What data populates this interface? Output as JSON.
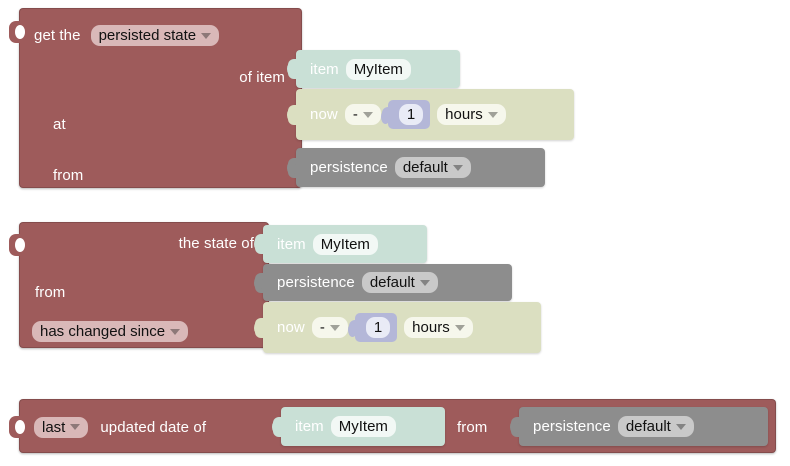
{
  "app": {
    "name": "blockly-workspace",
    "editor": "visual block editor"
  },
  "colors": {
    "persistence_action": "#9e5b5b",
    "persistence_action_field": "#d9b8b8",
    "item_block": "#c9e0d6",
    "item_field": "#f2f8f5",
    "datetime_block": "#dbdfc1",
    "datetime_field": "#f6f7ec",
    "persistence_name_block": "#8d8d8d",
    "persistence_name_field": "#c9c9c9",
    "number_block": "#b4b7d8",
    "number_field": "#e9ebf6",
    "canvas": "#ffffff"
  },
  "blocks": [
    {
      "id": "get-persisted-state",
      "type": "persistence-get",
      "rows": [
        {
          "id": "row-get-the",
          "label": "get the",
          "dropdown": {
            "value": "persisted state",
            "icon": "chevron-down-icon"
          }
        },
        {
          "id": "row-of-item",
          "label": "of item",
          "child": {
            "id": "item-block-1",
            "type": "item",
            "label": "item",
            "value": "MyItem"
          }
        },
        {
          "id": "row-at",
          "label": "at",
          "child": {
            "id": "datetime-block-1",
            "type": "datetime-offset",
            "label": "now",
            "operator": {
              "value": "-",
              "icon": "chevron-down-icon"
            },
            "amount": "1",
            "unit": {
              "value": "hours",
              "icon": "chevron-down-icon"
            }
          }
        },
        {
          "id": "row-from",
          "label": "from",
          "child": {
            "id": "persistence-block-1",
            "type": "persistence-name",
            "label": "persistence",
            "value": "default",
            "icon": "chevron-down-icon"
          }
        }
      ]
    },
    {
      "id": "state-changed-since",
      "type": "persistence-changed",
      "rows": [
        {
          "id": "row-the-state-of",
          "label": "the state of",
          "child": {
            "id": "item-block-2",
            "type": "item",
            "label": "item",
            "value": "MyItem"
          }
        },
        {
          "id": "row-from-2",
          "label": "from",
          "child": {
            "id": "persistence-block-2",
            "type": "persistence-name",
            "label": "persistence",
            "value": "default",
            "icon": "chevron-down-icon"
          }
        },
        {
          "id": "row-has-changed-since",
          "dropdown": {
            "value": "has changed since",
            "icon": "chevron-down-icon"
          },
          "child": {
            "id": "datetime-block-2",
            "type": "datetime-offset",
            "label": "now",
            "operator": {
              "value": "-",
              "icon": "chevron-down-icon"
            },
            "amount": "1",
            "unit": {
              "value": "hours",
              "icon": "chevron-down-icon"
            }
          }
        }
      ]
    },
    {
      "id": "last-updated-date",
      "type": "persistence-lastupdate",
      "rows": [
        {
          "id": "row-last-updated",
          "dropdown": {
            "value": "last",
            "icon": "chevron-down-icon"
          },
          "label": "updated date of",
          "label2": "from",
          "child": {
            "id": "item-block-3",
            "type": "item",
            "label": "item",
            "value": "MyItem"
          },
          "child2": {
            "id": "persistence-block-3",
            "type": "persistence-name",
            "label": "persistence",
            "value": "default",
            "icon": "chevron-down-icon"
          }
        }
      ]
    }
  ]
}
